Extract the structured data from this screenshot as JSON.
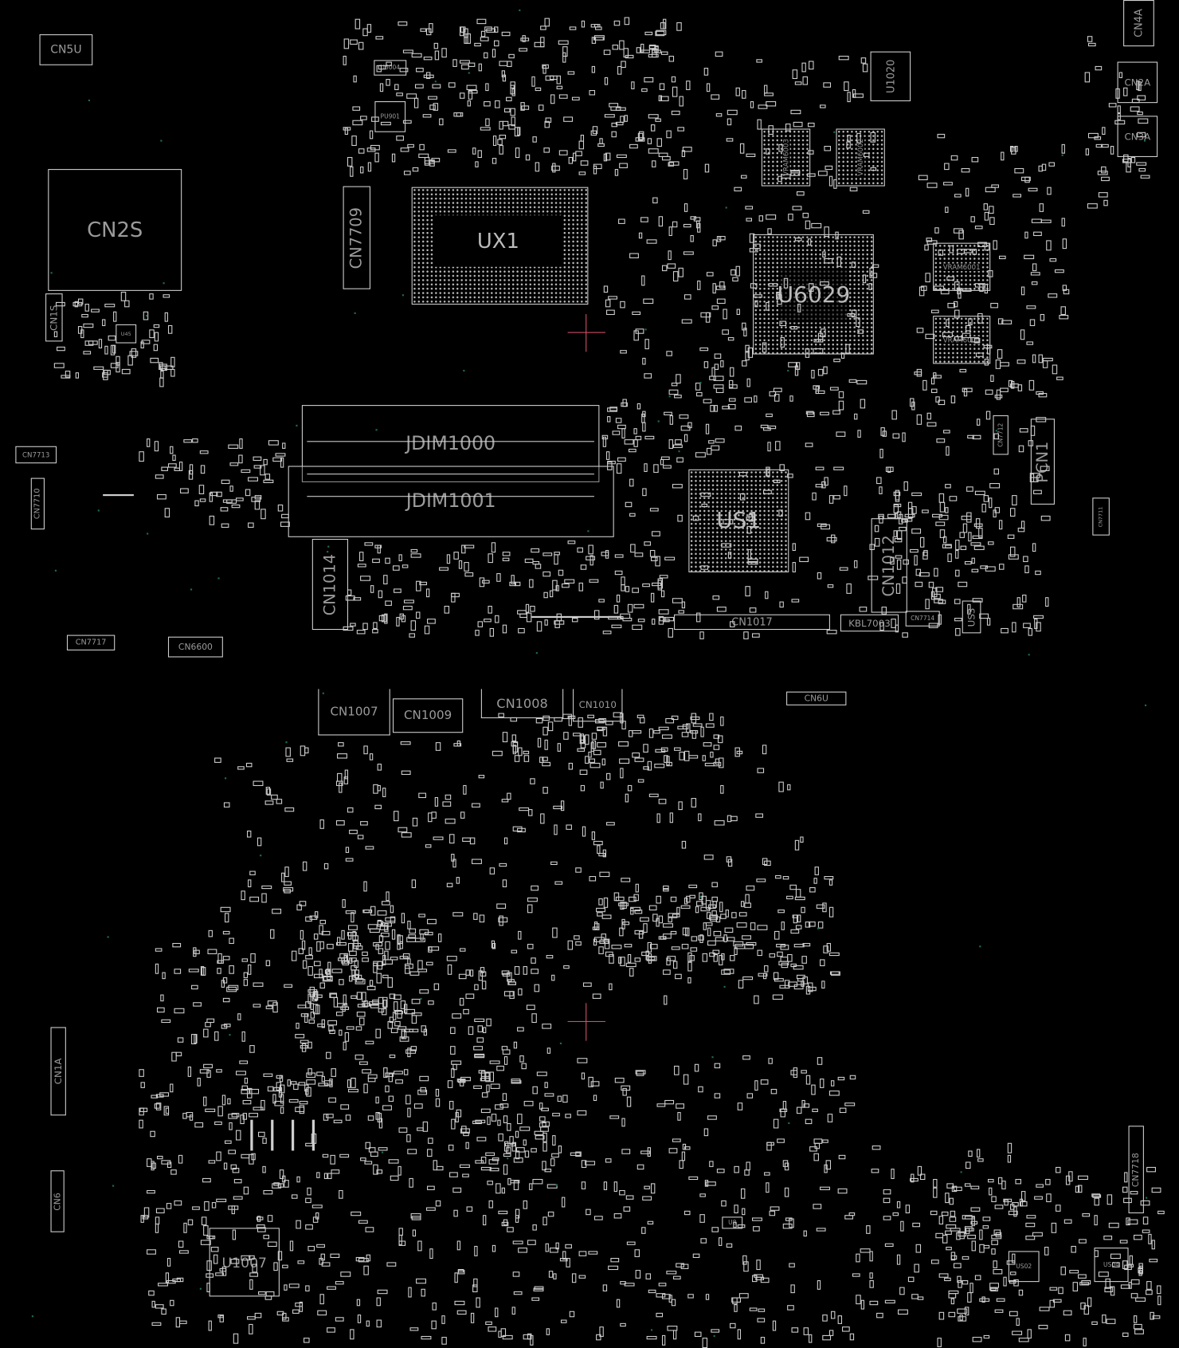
{
  "board": {
    "components": {
      "cn5u": "CN5U",
      "cn2s": "CN2S",
      "cn1s": "CN1S",
      "u45": "U45",
      "u8004": "U8004",
      "pu901": "PU901",
      "cn7709": "CN7709",
      "ux1": "UX1",
      "u6029": "U6029",
      "vram6003": "VRAM6003",
      "vram6002": "VRAM6002",
      "vram6001": "VRAM6001",
      "vram6000": "VRAM6000",
      "u1020": "U1020",
      "cn4a": "CN4A",
      "cn2a": "CN2A",
      "cn3a": "CN3A",
      "jdim1000": "JDIM1000",
      "jdim1001": "JDIM1001",
      "cn1014": "CN1014",
      "us1": "US1",
      "cn1012": "CN1012",
      "pcn1": "PCN1",
      "cn7712": "CN7712",
      "cn1017": "CN1017",
      "kbl7003": "KBL7003",
      "cn7714": "CN7714",
      "us3": "US3",
      "cn7713": "CN7713",
      "cn7710": "CN7710",
      "cn7711": "CN7711",
      "cn7717": "CN7717",
      "cn6600": "CN6600",
      "cn1007": "CN1007",
      "cn1009": "CN1009",
      "cn1008": "CN1008",
      "cn1010": "CN1010",
      "cn6u": "CN6U",
      "cn1a": "CN1A",
      "cn6": "CN6",
      "u1007": "U1007",
      "cn7718": "CN7718",
      "u8": "U8",
      "us02": "US02",
      "us04": "US04"
    },
    "colors": {
      "background": "#000000",
      "outline": "#cfcfcf",
      "label": "#9a9a9a",
      "marker": "#d2506a"
    }
  }
}
